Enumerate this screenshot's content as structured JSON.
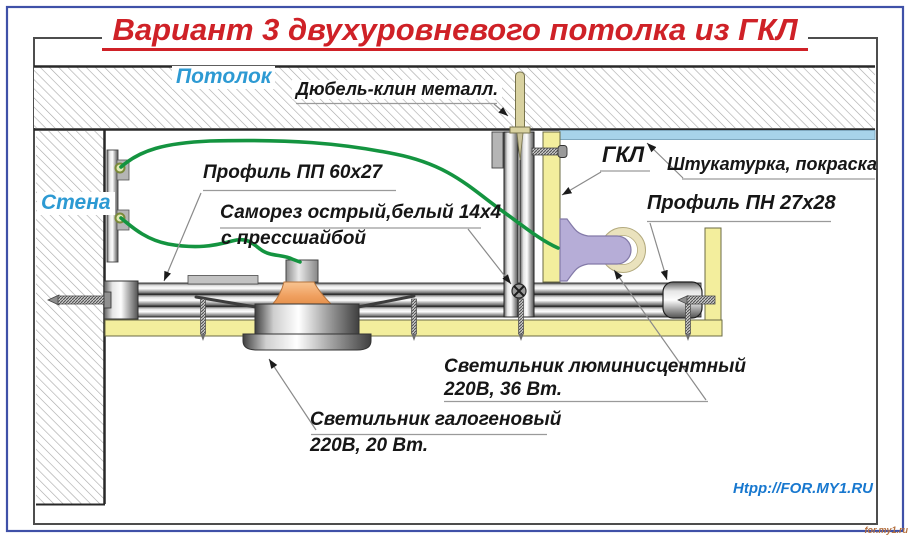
{
  "page": {
    "title": "Вариант 3 двухуровневого потолка из ГКЛ",
    "site_link": "Htpp://FOR.MY1.RU",
    "watermark": "for.my1.ru"
  },
  "labels": {
    "ceiling": "Потолок",
    "wall": "Стена",
    "dowel": "Дюбель-клин металл.",
    "profile_pp": "Профиль ПП 60х27",
    "screw_line1": "Саморез острый,белый 14х4",
    "screw_line2": "с прессшайбой",
    "gkl": "ГКЛ",
    "plaster": "Штукатурка, покраска",
    "profile_pn": "Профиль ПН 27х28",
    "fluorescent_line1": "Светильник люминисцентный",
    "fluorescent_line2": "220В, 36 Вт.",
    "halogen_line1": "Светильник галогеновый",
    "halogen_line2": "220В, 20 Вт."
  },
  "colors": {
    "title_red": "#cf2127",
    "label_blue": "#2d9ad3",
    "link_blue": "#1878cf",
    "frame_blue": "#3f51a8",
    "inner_frame_gray": "#4d4d4d",
    "gkl_yellow": "#f3ee9d",
    "plaster_blue": "#a7d3ea",
    "lamp_lavender": "#b6add7",
    "lamp_ring_beige": "#eae2bd",
    "wire_green": "#149440",
    "halogen_orange": "#f0a060",
    "watermark_orange": "#b5713f"
  }
}
